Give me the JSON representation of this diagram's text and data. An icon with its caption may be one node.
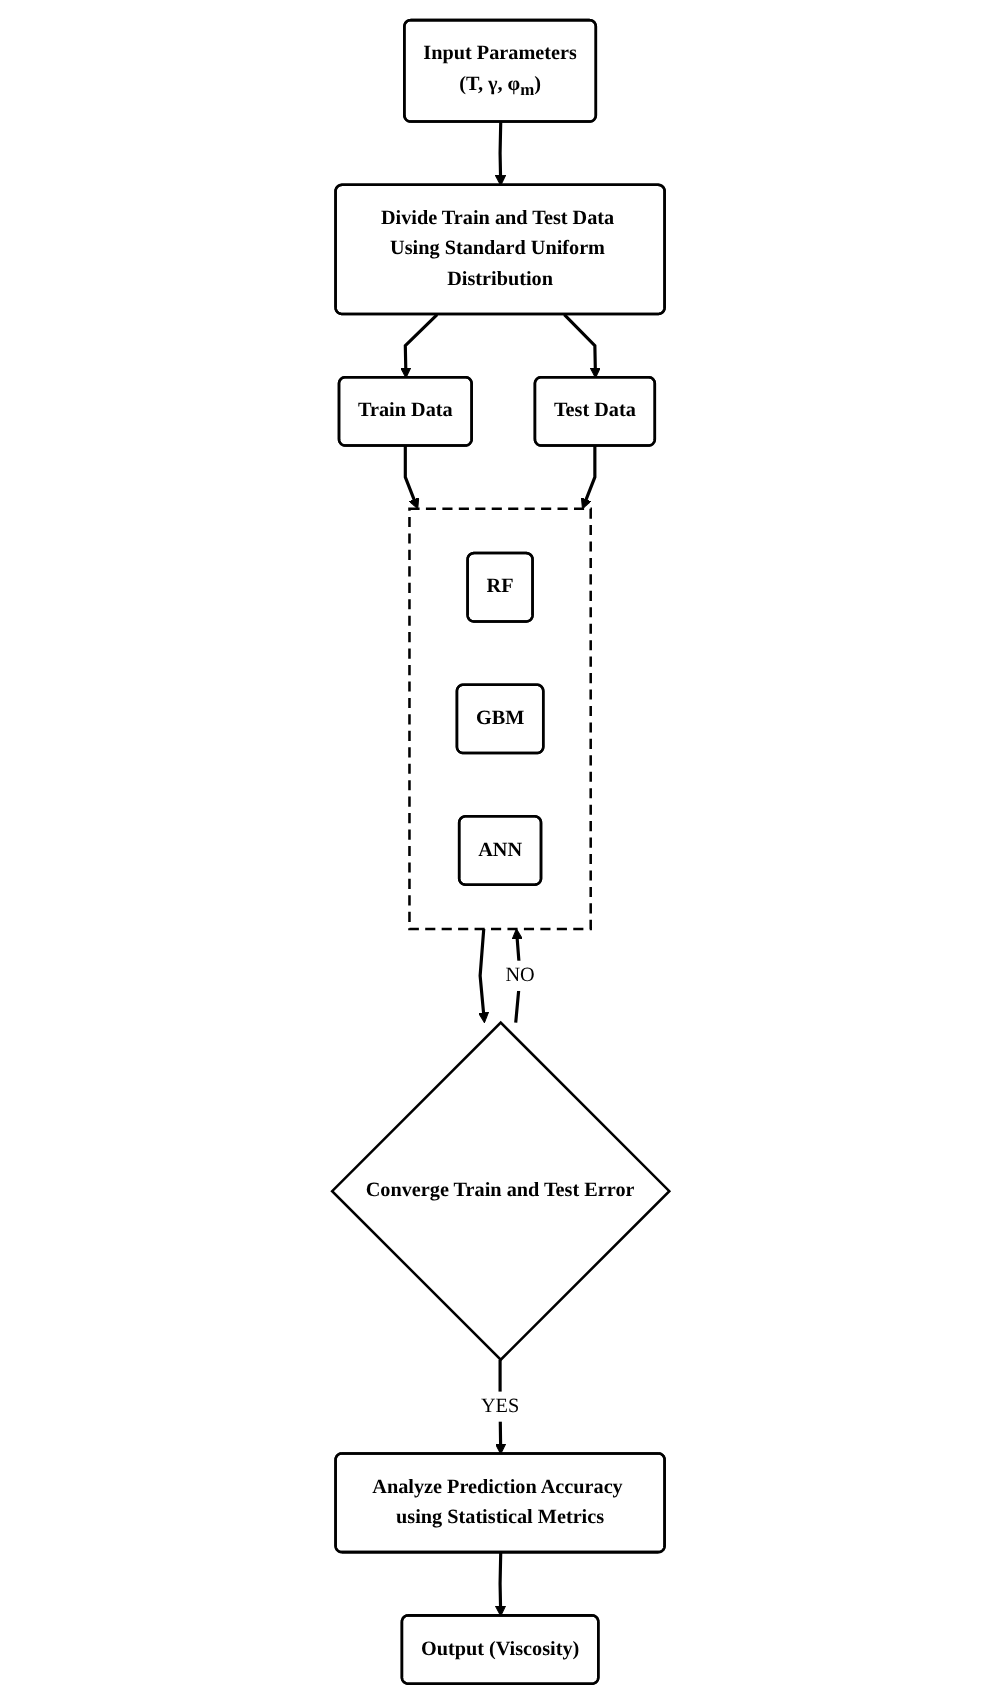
{
  "diagram": {
    "nodes": [
      {
        "text": [
          "Input Parameters",
          "(T, γ, φ$_{m}$)"
        ]
      },
      {
        "text": [
          "Divide Train and Test Data Using Standard Uniform Distribution"
        ]
      },
      {
        "text": [
          "Train Data"
        ]
      },
      {
        "text": [
          "Test Data"
        ]
      },
      {
        "text": [],
        "shape": "box"
      },
      {
        "text": [
          "RF"
        ],
        "in": 4
      },
      {
        "text": [
          "GBM"
        ],
        "in": 4
      },
      {
        "text": [
          "ANN"
        ],
        "in": 4
      },
      {
        "text": [
          "Converge Train and Test Error"
        ]
      },
      {
        "text": [
          "Analyze Prediction Accuracy using Statistical Metrics"
        ]
      },
      {
        "text": [
          "Output (Viscosity)"
        ]
      }
    ],
    "edges": [
      {
        "from": 0,
        "to": 1,
        "arrow": "to"
      },
      {
        "from": 1,
        "to": 2,
        "arrow": "to"
      },
      {
        "from": 1,
        "to": 3,
        "arrow": "to"
      },
      {
        "from": 2,
        "to": 4,
        "arrow": "to"
      },
      {
        "from": 3,
        "to": 4,
        "arrow": "to"
      },
      {
        "from": 4,
        "to": 8,
        "arrow": "to"
      },
      {
        "from": 8,
        "to": 4,
        "label": "NO",
        "arrow": "to"
      },
      {
        "from": 8,
        "to": 9,
        "label": "YES",
        "arrow": "to"
      },
      {
        "from": 9,
        "to": 10,
        "arrow": "to"
      }
    ]
  }
}
